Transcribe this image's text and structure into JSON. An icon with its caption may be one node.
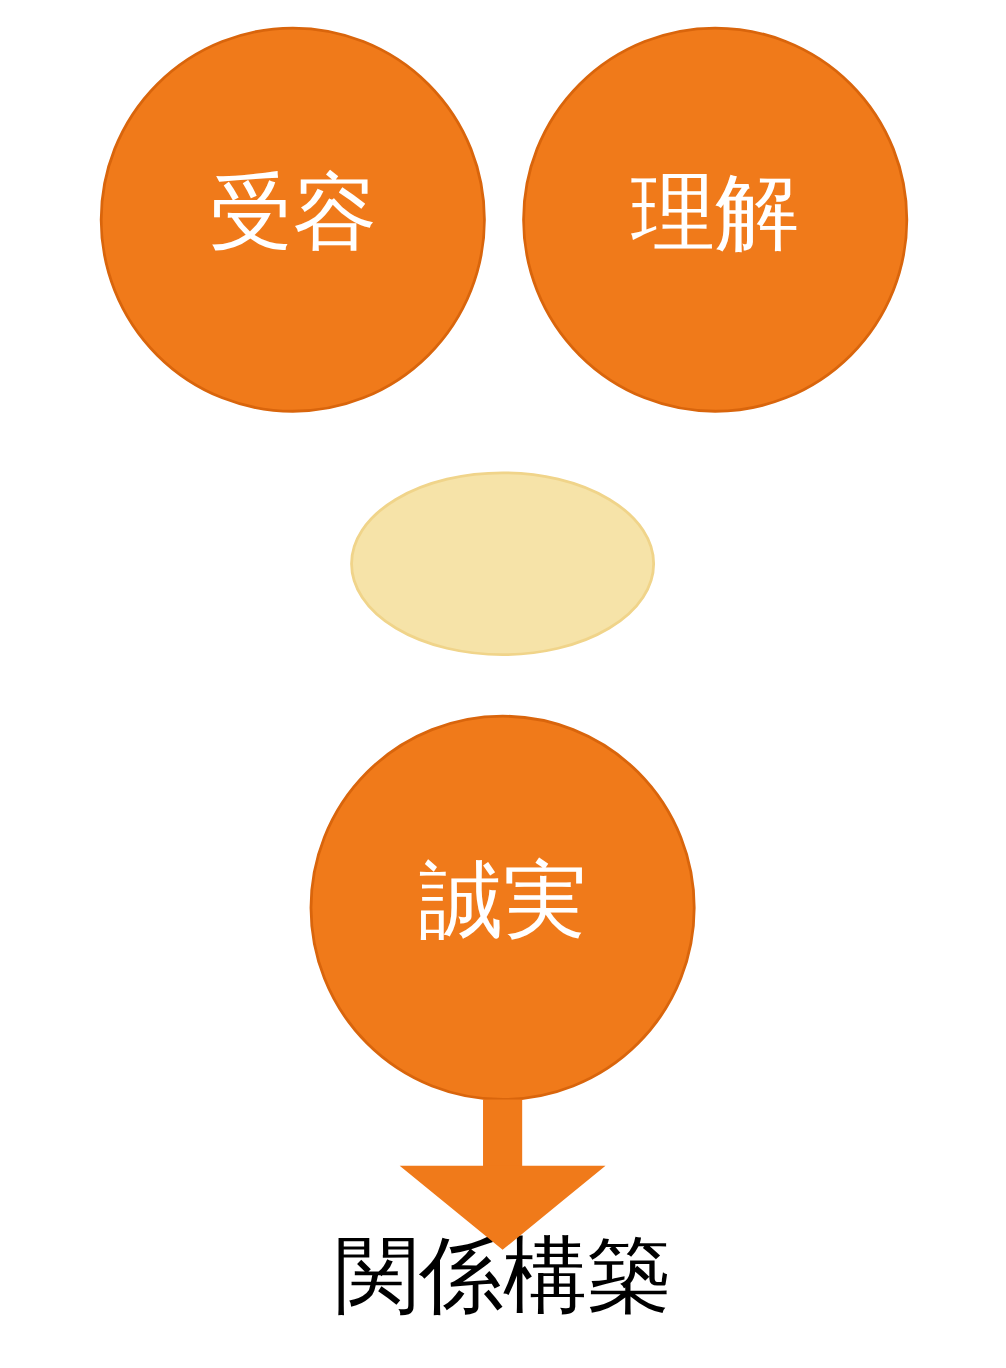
{
  "diagram": {
    "nodes": [
      {
        "text": [
          "受容"
        ]
      },
      {
        "text": [
          "理解"
        ]
      },
      {
        "text": [],
        "shape": "ellipse"
      },
      {
        "text": [
          "誠実"
        ]
      },
      {
        "text": [
          "関係構築"
        ]
      }
    ],
    "edges": [
      {
        "from": 3,
        "to": 4,
        "arrow": "to"
      }
    ]
  }
}
